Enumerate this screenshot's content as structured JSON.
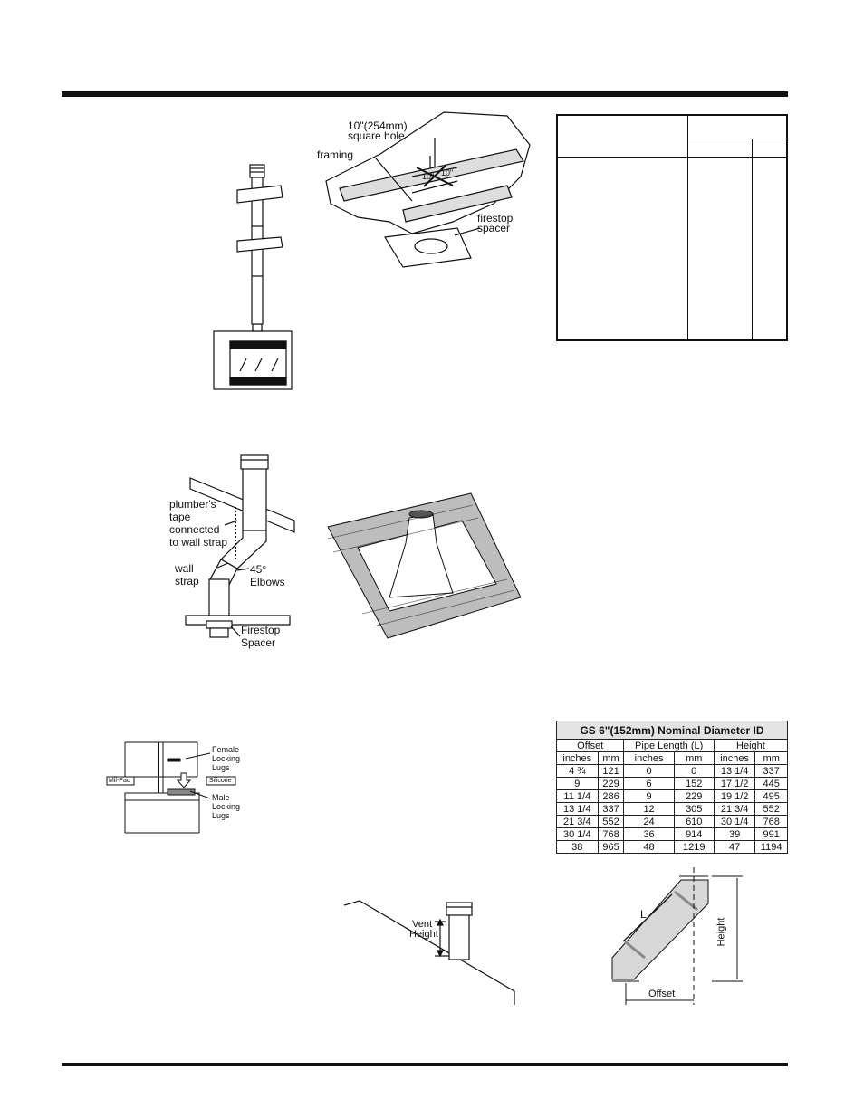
{
  "fig_top": {
    "label_hole": "10\"(254mm)",
    "label_hole2": "square hole",
    "label_framing": "framing",
    "label_firestop": "firestop",
    "label_spacer": "spacer",
    "dim_a": "10\"",
    "dim_b": "10\""
  },
  "fig_offset": {
    "label_tape1": "plumber's",
    "label_tape2": "tape",
    "label_tape3": "connected",
    "label_tape4": "to wall strap",
    "label_wall1": "wall",
    "label_wall2": "strap",
    "label_elbow1": "45°",
    "label_elbow2": "Elbows",
    "label_fs1": "Firestop",
    "label_fs2": "Spacer"
  },
  "fig_lugs": {
    "female1": "Female",
    "female2": "Locking",
    "female3": "Lugs",
    "male1": "Male",
    "male2": "Locking",
    "male3": "Lugs",
    "milpac": "Mil-Pac",
    "silicone": "Silicone"
  },
  "fig_vent": {
    "label1": "Vent",
    "label2": "Height"
  },
  "fig_elbow": {
    "L": "L",
    "height": "Height",
    "offset": "Offset"
  },
  "gs_table": {
    "title": "GS 6\"(152mm) Nominal Diameter ID",
    "headers": [
      "Offset",
      "Pipe Length (L)",
      "Height"
    ],
    "units": [
      "inches",
      "mm",
      "inches",
      "mm",
      "inches",
      "mm"
    ],
    "rows": [
      [
        "4 ¾",
        "121",
        "0",
        "0",
        "13 1/4",
        "337"
      ],
      [
        "9",
        "229",
        "6",
        "152",
        "17 1/2",
        "445"
      ],
      [
        "11 1/4",
        "286",
        "9",
        "229",
        "19 1/2",
        "495"
      ],
      [
        "13 1/4",
        "337",
        "12",
        "305",
        "21 3/4",
        "552"
      ],
      [
        "21 3/4",
        "552",
        "24",
        "610",
        "30 1/4",
        "768"
      ],
      [
        "30 1/4",
        "768",
        "36",
        "914",
        "39",
        "991"
      ],
      [
        "38",
        "965",
        "48",
        "1219",
        "47",
        "1194"
      ]
    ]
  },
  "colors": {
    "ink": "#111111",
    "grey": "#cfcfcf",
    "shingle": "#bdbdbd"
  }
}
